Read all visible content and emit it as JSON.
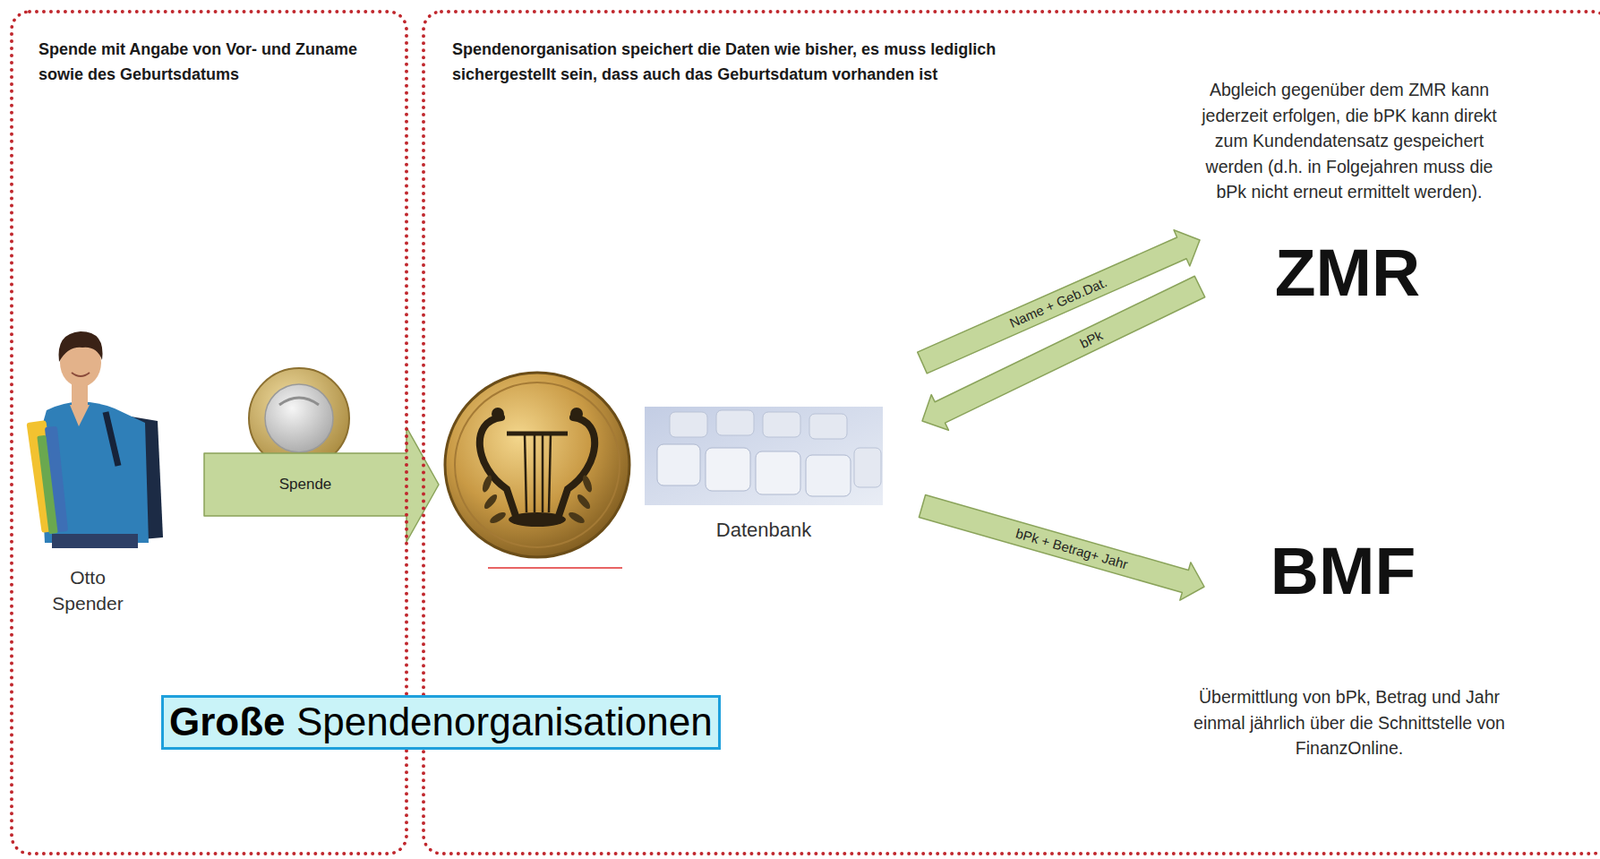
{
  "diagram": {
    "nodes": [
      {
        "text": [
          "Spende mit Angabe von Vor- und Zuname sowie des Geburtsdatums"
        ]
      },
      {
        "text": [
          "Spendenorganisation speichert die Daten wie bisher, es muss lediglich sichergestellt sein, dass auch das Geburtsdatum vorhanden ist"
        ]
      },
      {
        "text": [
          "Otto Spender"
        ],
        "in": 0
      },
      {
        "text": [
          "Datenbank"
        ],
        "in": 1
      },
      {
        "text": [
          "ZMR"
        ],
        "in": 1
      },
      {
        "text": [
          "BMF"
        ],
        "in": 1
      },
      {
        "text": [
          "Große",
          "Spendenorganisationen"
        ]
      }
    ],
    "edges": [
      {
        "from": 2,
        "to": 3,
        "arrow": "to",
        "label": "Spende"
      },
      {
        "from": 3,
        "to": 4,
        "arrow": "to",
        "label": "Name + Geb.Dat."
      },
      {
        "from": 4,
        "to": 3,
        "arrow": "to",
        "label": "bPk"
      },
      {
        "from": 3,
        "to": 5,
        "arrow": "to",
        "label": "bPk + Betrag+ Jahr"
      }
    ],
    "labels": [
      "Abgleich gegenüber dem ZMR kann jederzeit erfolgen, die bPK kann direkt zum Kundendatensatz gespeichert werden (d.h. in Folgejahren muss die bPk nicht erneut ermittelt werden).",
      "Übermittlung von bPk, Betrag und Jahr einmal jährlich über die Schnittstelle von FinanzOnline."
    ]
  }
}
